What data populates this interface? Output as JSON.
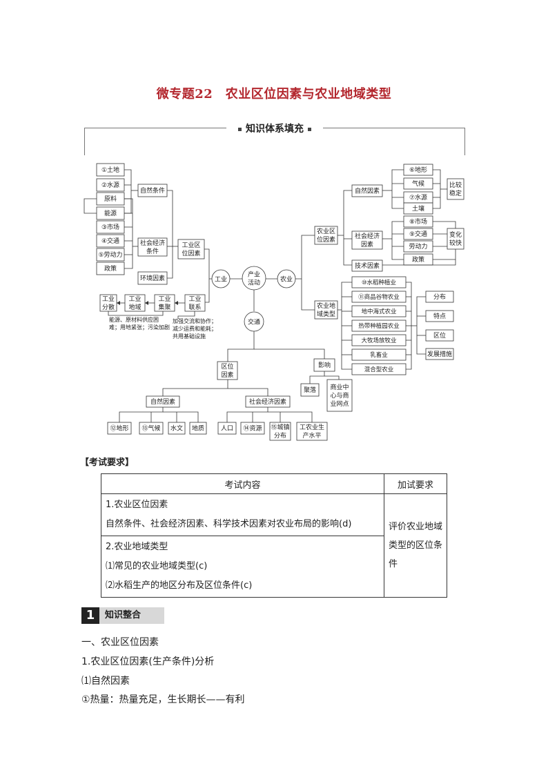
{
  "title": "微专题22　农业区位因素与农业地域类型",
  "knowledge_header": "知识体系填充",
  "diagram": {
    "left_items": [
      "①土地",
      "②水源",
      "原料",
      "能源",
      "③市场",
      "④交通",
      "⑤劳动力",
      "政策"
    ],
    "natural_cond": "自然条件",
    "socio_econ_cond": [
      "社会经济",
      "条件"
    ],
    "env_factor": "环境因素",
    "ind_location": [
      "工业区",
      "位因素"
    ],
    "industry": "工业",
    "core": [
      "产业",
      "活动"
    ],
    "agriculture": "农业",
    "transport": "交通",
    "ind_link": [
      "工业",
      "联系"
    ],
    "ind_cluster": [
      "工业",
      "集聚"
    ],
    "ind_region": [
      "工业",
      "地域"
    ],
    "ind_disperse": [
      "工业",
      "分散"
    ],
    "note_disperse": [
      "能源、原材料供应困",
      "难；用地紧张；污染加剧"
    ],
    "note_link": [
      "加强交流和协作；",
      "减少运费和能耗；",
      "共用基础设施"
    ],
    "ag_location": [
      "农业区",
      "位因素"
    ],
    "ag_natural": "自然因素",
    "ag_natural_items": [
      "⑥地形",
      "气候",
      "⑦水源",
      "土壤"
    ],
    "ag_natural_note": [
      "比较",
      "稳定"
    ],
    "ag_social": [
      "社会经济",
      "因素"
    ],
    "ag_social_items": [
      "⑧市场",
      "⑨交通",
      "劳动力",
      "政策"
    ],
    "ag_social_note": [
      "变化",
      "较快"
    ],
    "ag_tech": "技术因素",
    "ag_type": [
      "农业地",
      "域类型"
    ],
    "ag_types": [
      "⑩水稻种植业",
      "⑪商品谷物农业",
      "地中海式农业",
      "热带种植园农业",
      "大牧场放牧业",
      "乳畜业",
      "混合型农业"
    ],
    "ag_type_aspects": [
      "分布",
      "特点",
      "区位",
      "发展措施"
    ],
    "tr_location": [
      "区位",
      "因素"
    ],
    "tr_impact": "影响",
    "tr_settlement": "聚落",
    "tr_commerce": [
      "商业中",
      "心与商",
      "业网点"
    ],
    "tr_natural": "自然因素",
    "tr_social": "社会经济因素",
    "tr_natural_items": [
      "⑫地形",
      "⑬气候",
      "水文",
      "地质"
    ],
    "tr_social_items": [
      "人口",
      "⑭资源"
    ],
    "tr_city": [
      "⑮城镇",
      "分布"
    ],
    "tr_level": [
      "工农业生",
      "产水平"
    ]
  },
  "requirements": {
    "label": "【考试要求】",
    "col1": "考试内容",
    "col2": "加试要求",
    "r1_title": "1.农业区位因素",
    "r1_text": "自然条件、社会经济因素、科学技术因素对农业布局的影响(d)",
    "r2_title": "2.农业地域类型",
    "r2_a": "⑴常见的农业地域类型(c)",
    "r2_b": "⑵水稻生产的地区分布及区位条件(c)",
    "extra": "评价农业地域类型的区位条件"
  },
  "section": {
    "num": "1",
    "label": "知识整合"
  },
  "body": [
    "一、农业区位因素",
    "1.农业区位因素(生产条件)分析",
    "⑴自然因素",
    "①热量：热量充足，生长期长——有利"
  ]
}
